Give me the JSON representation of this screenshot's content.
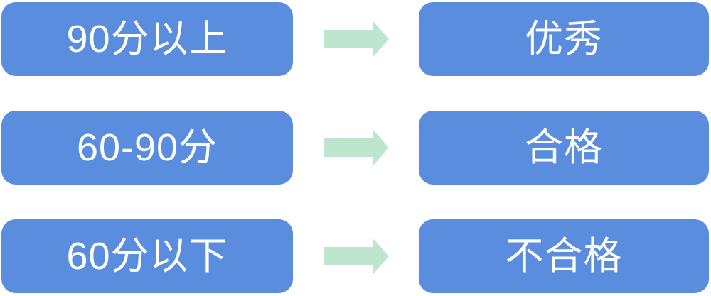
{
  "diagram": {
    "type": "mapping-flow",
    "rows": [
      {
        "range": "90分以上",
        "grade": "优秀"
      },
      {
        "range": "60-90分",
        "grade": "合格"
      },
      {
        "range": "60分以下",
        "grade": "不合格"
      }
    ]
  },
  "icons": {
    "connector": "right-arrow-icon"
  },
  "colors": {
    "box_fill": "#5B8DDE",
    "box_text": "#FFFFFF",
    "arrow_fill": "#BEE5CD",
    "background": "#FFFFFF"
  }
}
